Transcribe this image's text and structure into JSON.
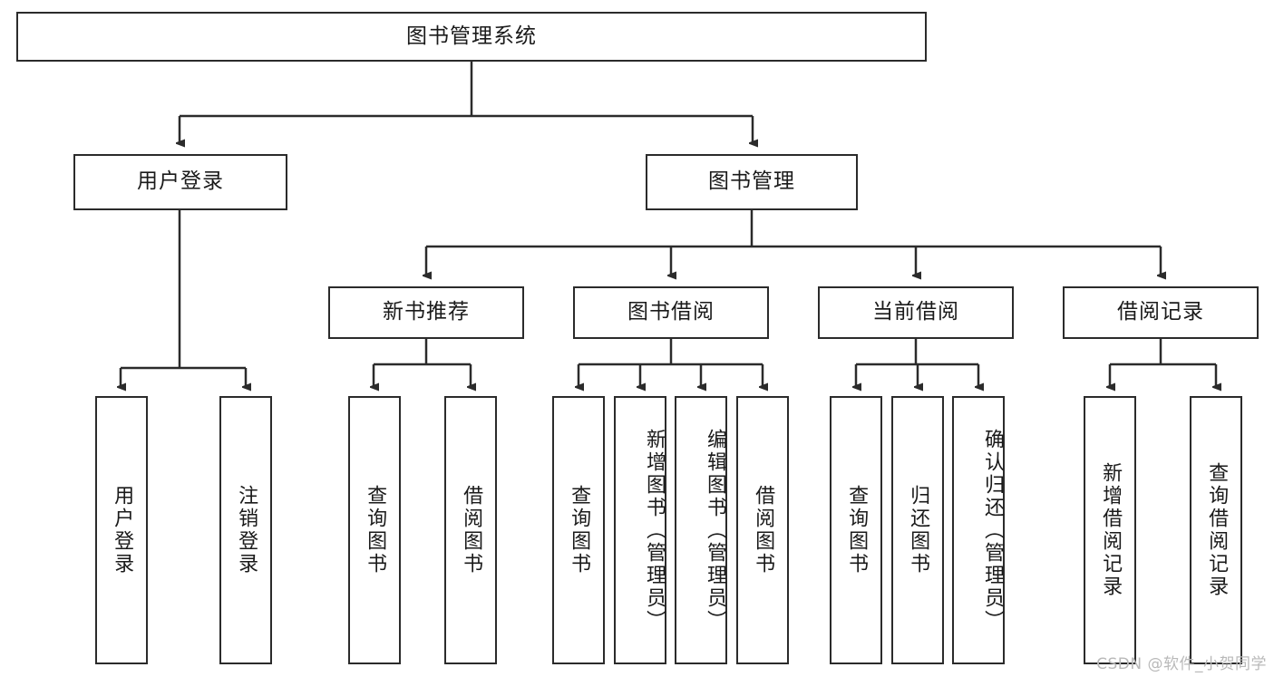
{
  "diagram": {
    "title": "图书管理系统",
    "type": "tree-hierarchy",
    "watermark": "CSDN @软件_小贺同学",
    "colors": {
      "stroke": "#2b2b2b",
      "fill": "#ffffff",
      "text": "#1a1a1a",
      "watermark": "#b9b9b9"
    },
    "levels": {
      "root": {
        "label": "图书管理系统"
      },
      "level2": [
        {
          "id": "user-login",
          "label": "用户登录"
        },
        {
          "id": "book-manage",
          "label": "图书管理"
        }
      ],
      "level3": [
        {
          "id": "new-book-recommend",
          "label": "新书推荐"
        },
        {
          "id": "book-borrow",
          "label": "图书借阅"
        },
        {
          "id": "current-borrow",
          "label": "当前借阅"
        },
        {
          "id": "borrow-record",
          "label": "借阅记录"
        }
      ],
      "leaves": {
        "user-login": [
          {
            "id": "leaf-user-login",
            "label": "用户登录"
          },
          {
            "id": "leaf-logout-login",
            "label": "注销登录"
          }
        ],
        "new-book-recommend": [
          {
            "id": "leaf-query-book-1",
            "label": "查询图书"
          },
          {
            "id": "leaf-borrow-book-1",
            "label": "借阅图书"
          }
        ],
        "book-borrow": [
          {
            "id": "leaf-query-book-2",
            "label": "查询图书"
          },
          {
            "id": "leaf-add-book-admin",
            "label": "新增图书（管理员）"
          },
          {
            "id": "leaf-edit-book-admin",
            "label": "编辑图书（管理员）"
          },
          {
            "id": "leaf-borrow-book-2",
            "label": "借阅图书"
          }
        ],
        "current-borrow": [
          {
            "id": "leaf-query-book-3",
            "label": "查询图书"
          },
          {
            "id": "leaf-return-book",
            "label": "归还图书"
          },
          {
            "id": "leaf-confirm-return-admin",
            "label": "确认归还（管理员）"
          }
        ],
        "borrow-record": [
          {
            "id": "leaf-add-borrow-record",
            "label": "新增借阅记录"
          },
          {
            "id": "leaf-query-borrow-record",
            "label": "查询借阅记录"
          }
        ]
      }
    }
  }
}
